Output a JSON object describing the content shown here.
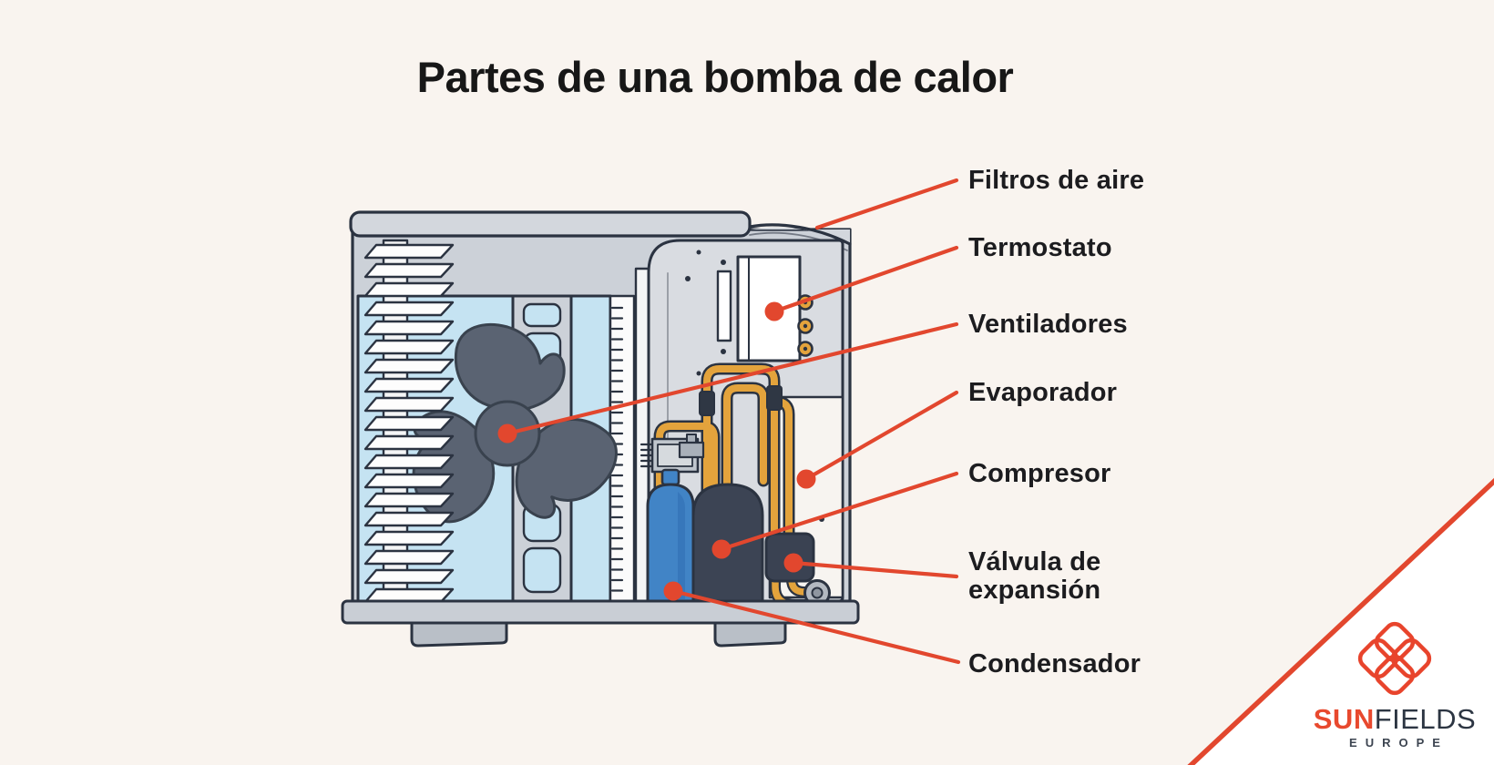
{
  "title": "Partes de una bomba de calor",
  "labels": [
    {
      "id": "filtros",
      "text": "Filtros de aire"
    },
    {
      "id": "termostato",
      "text": "Termostato"
    },
    {
      "id": "ventiladores",
      "text": "Ventiladores"
    },
    {
      "id": "evaporador",
      "text": "Evaporador"
    },
    {
      "id": "compresor",
      "text": "Compresor"
    },
    {
      "id": "valvula",
      "text": "Válvula de expansión"
    },
    {
      "id": "condensador",
      "text": "Condensador"
    }
  ],
  "logo": {
    "sun": "SUN",
    "fields": "FIELDS",
    "sub": "EUROPE"
  },
  "colors": {
    "background": "#f9f4ef",
    "accent_red": "#e2472e",
    "outline_dark": "#2b3341",
    "body_gray": "#ccd1d8",
    "cap_gray": "#d3d7dd",
    "compartment_gray": "#d9dce1",
    "light_blue": "#c5e3f2",
    "fan_slate": "#5a6372",
    "pipe_gold": "#e3a33c",
    "condenser_blue": "#4184c6",
    "compressor_dark": "#3c4454",
    "logo_navy": "#2c3542",
    "corner_white": "#ffffff"
  }
}
